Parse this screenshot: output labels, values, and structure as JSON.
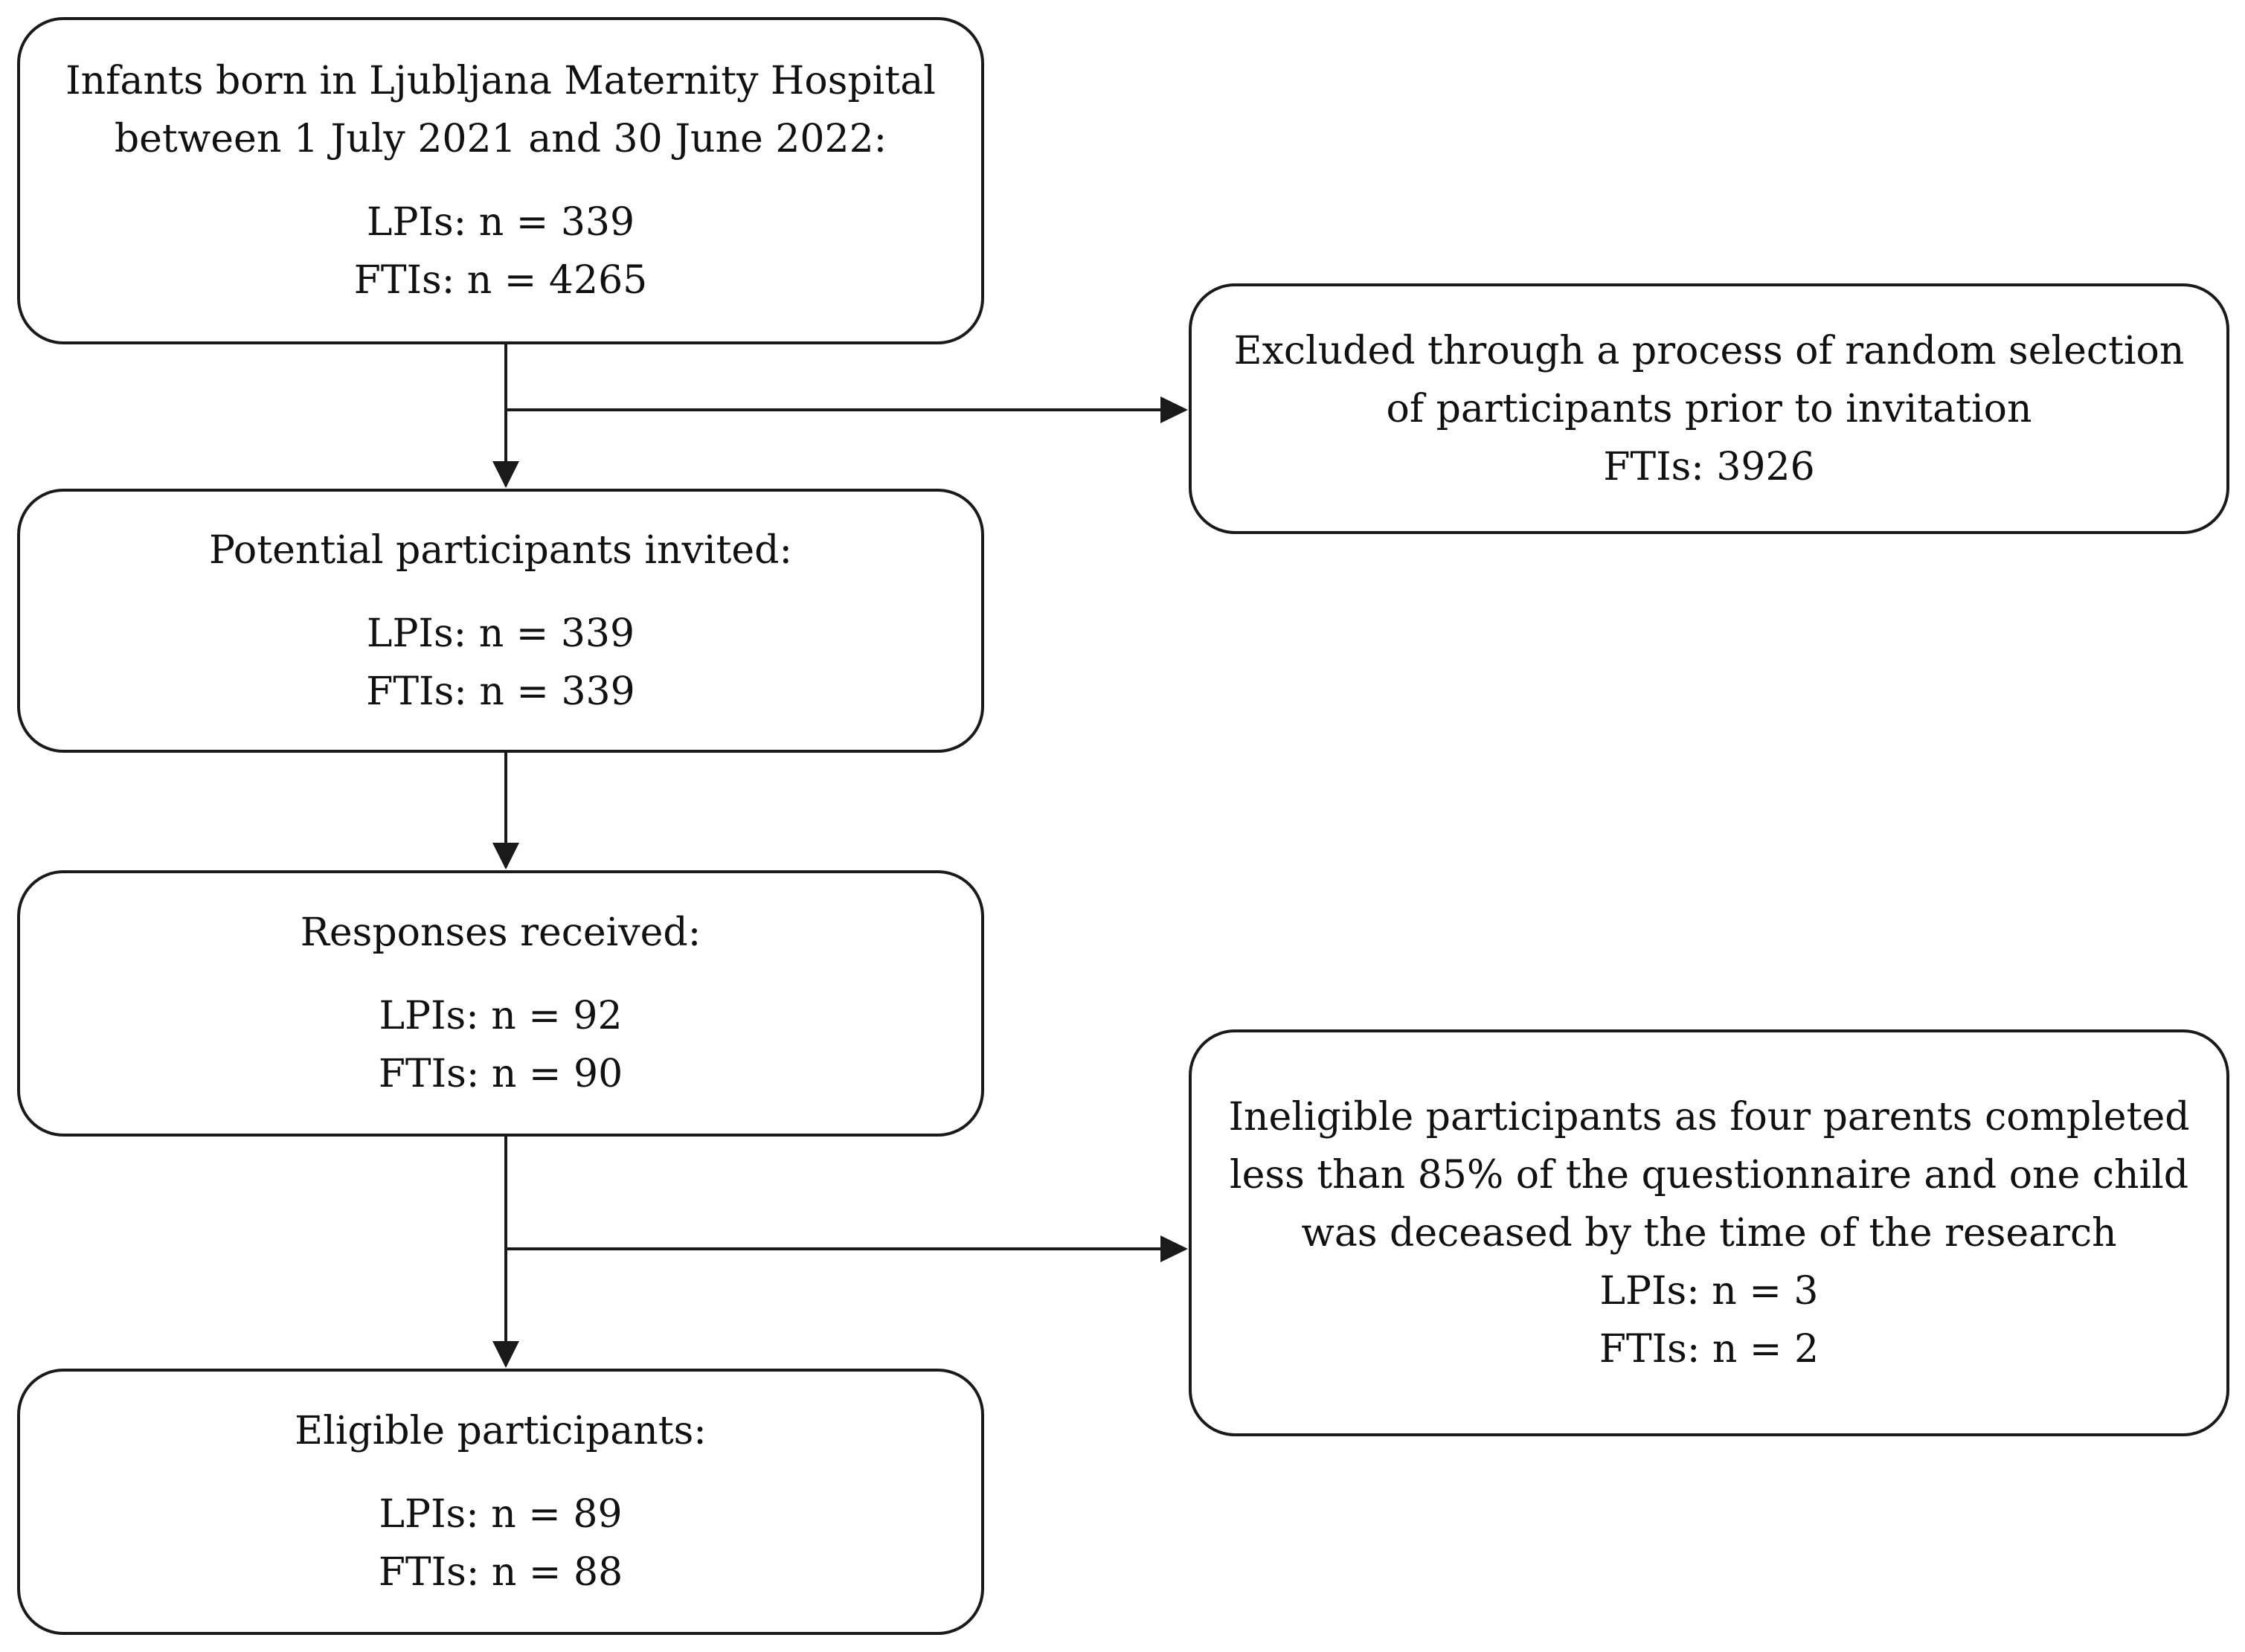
{
  "boxes": {
    "infants_born": {
      "heading": [
        "Infants born in Ljubljana Maternity Hospital",
        "between 1 July 2021 and 30 June 2022:"
      ],
      "lpis": "LPIs: n = 339",
      "ftis": "FTIs: n = 4265"
    },
    "excluded_random": {
      "lines": [
        "Excluded through a process of random selection",
        "of participants prior to invitation"
      ],
      "ftis": "FTIs: 3926"
    },
    "invited": {
      "heading": [
        "Potential participants invited:"
      ],
      "lpis": "LPIs: n = 339",
      "ftis": "FTIs: n = 339"
    },
    "responses": {
      "heading": [
        "Responses received:"
      ],
      "lpis": "LPIs: n = 92",
      "ftis": "FTIs: n = 90"
    },
    "ineligible": {
      "lines": [
        "Ineligible participants as four parents completed",
        "less than 85% of the questionnaire and one child",
        "was deceased by the time of the research"
      ],
      "lpis": "LPIs: n = 3",
      "ftis": "FTIs: n = 2"
    },
    "eligible": {
      "heading": [
        "Eligible participants:"
      ],
      "lpis": "LPIs: n = 89",
      "ftis": "FTIs: n = 88"
    }
  },
  "colors": {
    "stroke": "#1a1a1a",
    "background": "#ffffff"
  }
}
